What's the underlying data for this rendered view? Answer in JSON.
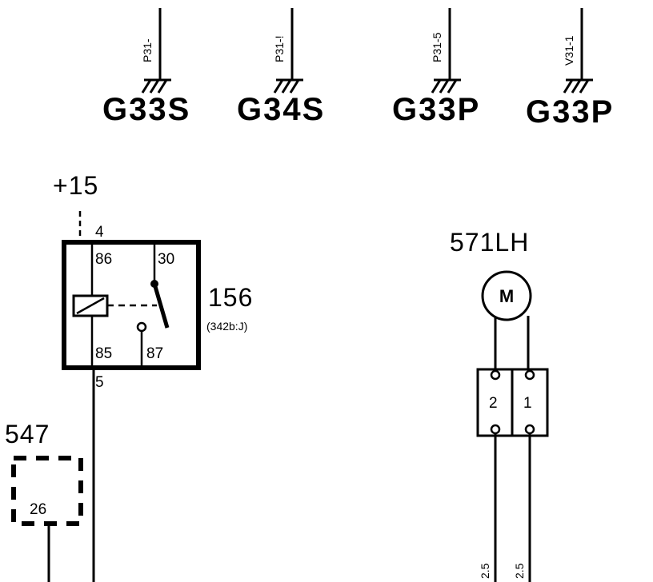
{
  "ground_wires": [
    {
      "label": "P31-"
    },
    {
      "label": "P31-!"
    },
    {
      "label": "P31-5"
    },
    {
      "label": "V31-1"
    }
  ],
  "ground_points": [
    "G33S",
    "G34S",
    "G33P",
    "G33P"
  ],
  "supply": {
    "label": "+15"
  },
  "relay": {
    "number": "156",
    "ref": "(342b:J)",
    "pins": {
      "top": "4",
      "bottom": "5",
      "p86": "86",
      "p30": "30",
      "p85": "85",
      "p87": "87"
    }
  },
  "fuse": {
    "number": "547",
    "terminal": "26"
  },
  "motor": {
    "label": "571LH",
    "symbol": "M"
  },
  "connector": {
    "pins": [
      "2",
      "1"
    ]
  },
  "wire_sizes": [
    "2.5",
    "2.5"
  ]
}
